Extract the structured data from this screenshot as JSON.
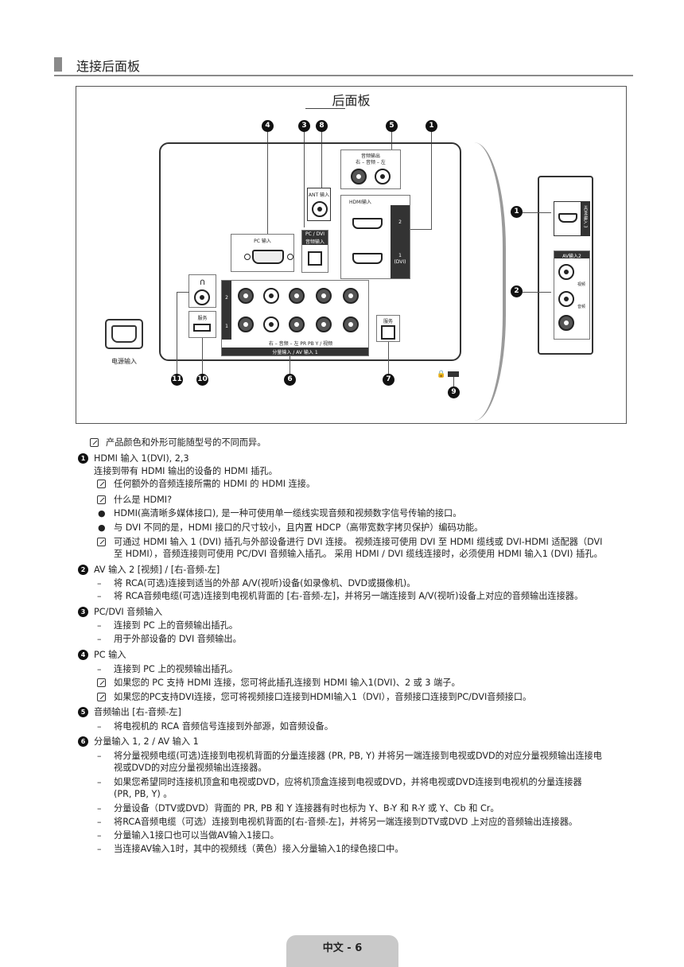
{
  "header": {
    "title": "连接后面板"
  },
  "figure": {
    "title": "后面板",
    "labels": {
      "audio_out_title": "音频输出",
      "audio_out_sub": "右 – 音频 – 左",
      "ant_in": "ANT 输入",
      "hdmi_in": "HDMI输入",
      "hdmi_2": "2",
      "hdmi_1": "1",
      "hdmi_1_sub": "(DVI)",
      "pc_in": "PC 输入",
      "pc_dvi_audio": "PC / DVI",
      "pc_dvi_audio_2": "音频输入",
      "service_left": "服务",
      "service_right": "服务",
      "row_2": "2",
      "row_1": "1",
      "comp_labels": "右 – 音频 – 左   PR   PB   Y / 视频",
      "comp_title": "分量输入 / AV 输入 1",
      "power_in": "电源输入",
      "side_hdmi": "HDMI输入 3",
      "side_av": "AV输入2",
      "side_video": "视频",
      "side_audio": "音频"
    },
    "callouts": [
      "4",
      "3",
      "8",
      "5",
      "1",
      "1",
      "2",
      "11",
      "10",
      "6",
      "7",
      "9"
    ]
  },
  "content": {
    "note_main": "产品颜色和外形可能随型号的不同而异。",
    "s1_title": "HDMI 输入 1(DVI), 2,3",
    "s1_l1": "连接到带有 HDMI 输出的设备的 HDMI 插孔。",
    "s1_n1": "任何额外的音频连接所需的 HDMI 的 HDMI 连接。",
    "s1_n2": "什么是 HDMI?",
    "s1_b1": "HDMI(高清晰多媒体接口), 是一种可使用单一缆线实现音频和视频数字信号传输的接口。",
    "s1_b2": "与 DVI 不同的是，HDMI 接口的尺寸较小，且内置 HDCP（高带宽数字拷贝保护）编码功能。",
    "s1_n3a": "可通过 HDMI 输入 1 (DVI) 插孔与外部设备进行 DVI 连接。 视频连接可使用 DVI 至 HDMI 缆线或 DVI-HDMI 适配器（DVI",
    "s1_n3b": "至 HDMI），音频连接则可使用 PC/DVI 音频输入插孔。 采用 HDMI / DVI 缆线连接时，必须使用 HDMI 输入1 (DVI) 插孔。",
    "s2_title": "AV 输入 2 [视频] / [右-音频-左]",
    "s2_d1": "将 RCA(可选)连接到适当的外部 A/V(视听)设备(如录像机、DVD或摄像机)。",
    "s2_d2": "将 RCA音频电缆(可选)连接到电视机背面的 [右-音频-左]，并将另一端连接到 A/V(视听)设备上对应的音频输出连接器。",
    "s3_title": "PC/DVI 音频输入",
    "s3_d1": "连接到 PC 上的音频输出插孔。",
    "s3_d2": "用于外部设备的 DVI 音频输出。",
    "s4_title": "PC 输入",
    "s4_d1": "连接到 PC 上的视频输出插孔。",
    "s4_n1": "如果您的 PC 支持 HDMI 连接，您可将此插孔连接到 HDMI 输入1(DVI)、2 或 3 端子。",
    "s4_n2": "如果您的PC支持DVI连接，您可将视频接口连接到HDMI输入1（DVI），音频接口连接到PC/DVI音频接口。",
    "s5_title": "音频输出 [右-音频-左]",
    "s5_d1": "将电视机的 RCA 音频信号连接到外部源，如音频设备。",
    "s6_title": "分量输入 1, 2  /  AV 输入 1",
    "s6_d1a": "将分量视频电缆(可选)连接到电视机背面的分量连接器 (PR, PB, Y) 并将另一端连接到电视或DVD的对应分量视频输出连接电",
    "s6_d1b": "视或DVD的对应分量视频输出连接器。",
    "s6_d2a": "如果您希望同时连接机顶盒和电视或DVD，应将机顶盒连接到电视或DVD，并将电视或DVD连接到电视机的分量连接器",
    "s6_d2b": "(PR, PB, Y) 。",
    "s6_d3": "分量设备（DTV或DVD）背面的 PR, PB 和 Y 连接器有时也标为 Y、B-Y 和 R-Y 或 Y、Cb 和 Cr。",
    "s6_d4": "将RCA音频电缆（可选）连接到电视机背面的[右-音频-左]，并将另一端连接到DTV或DVD 上对应的音频输出连接器。",
    "s6_d5": "分量输入1接口也可以当做AV输入1接口。",
    "s6_d6": "当连接AV输入1时，其中的视频线（黄色）接入分量输入1的绿色接口中。"
  },
  "footer": {
    "page": "中文 - 6"
  }
}
